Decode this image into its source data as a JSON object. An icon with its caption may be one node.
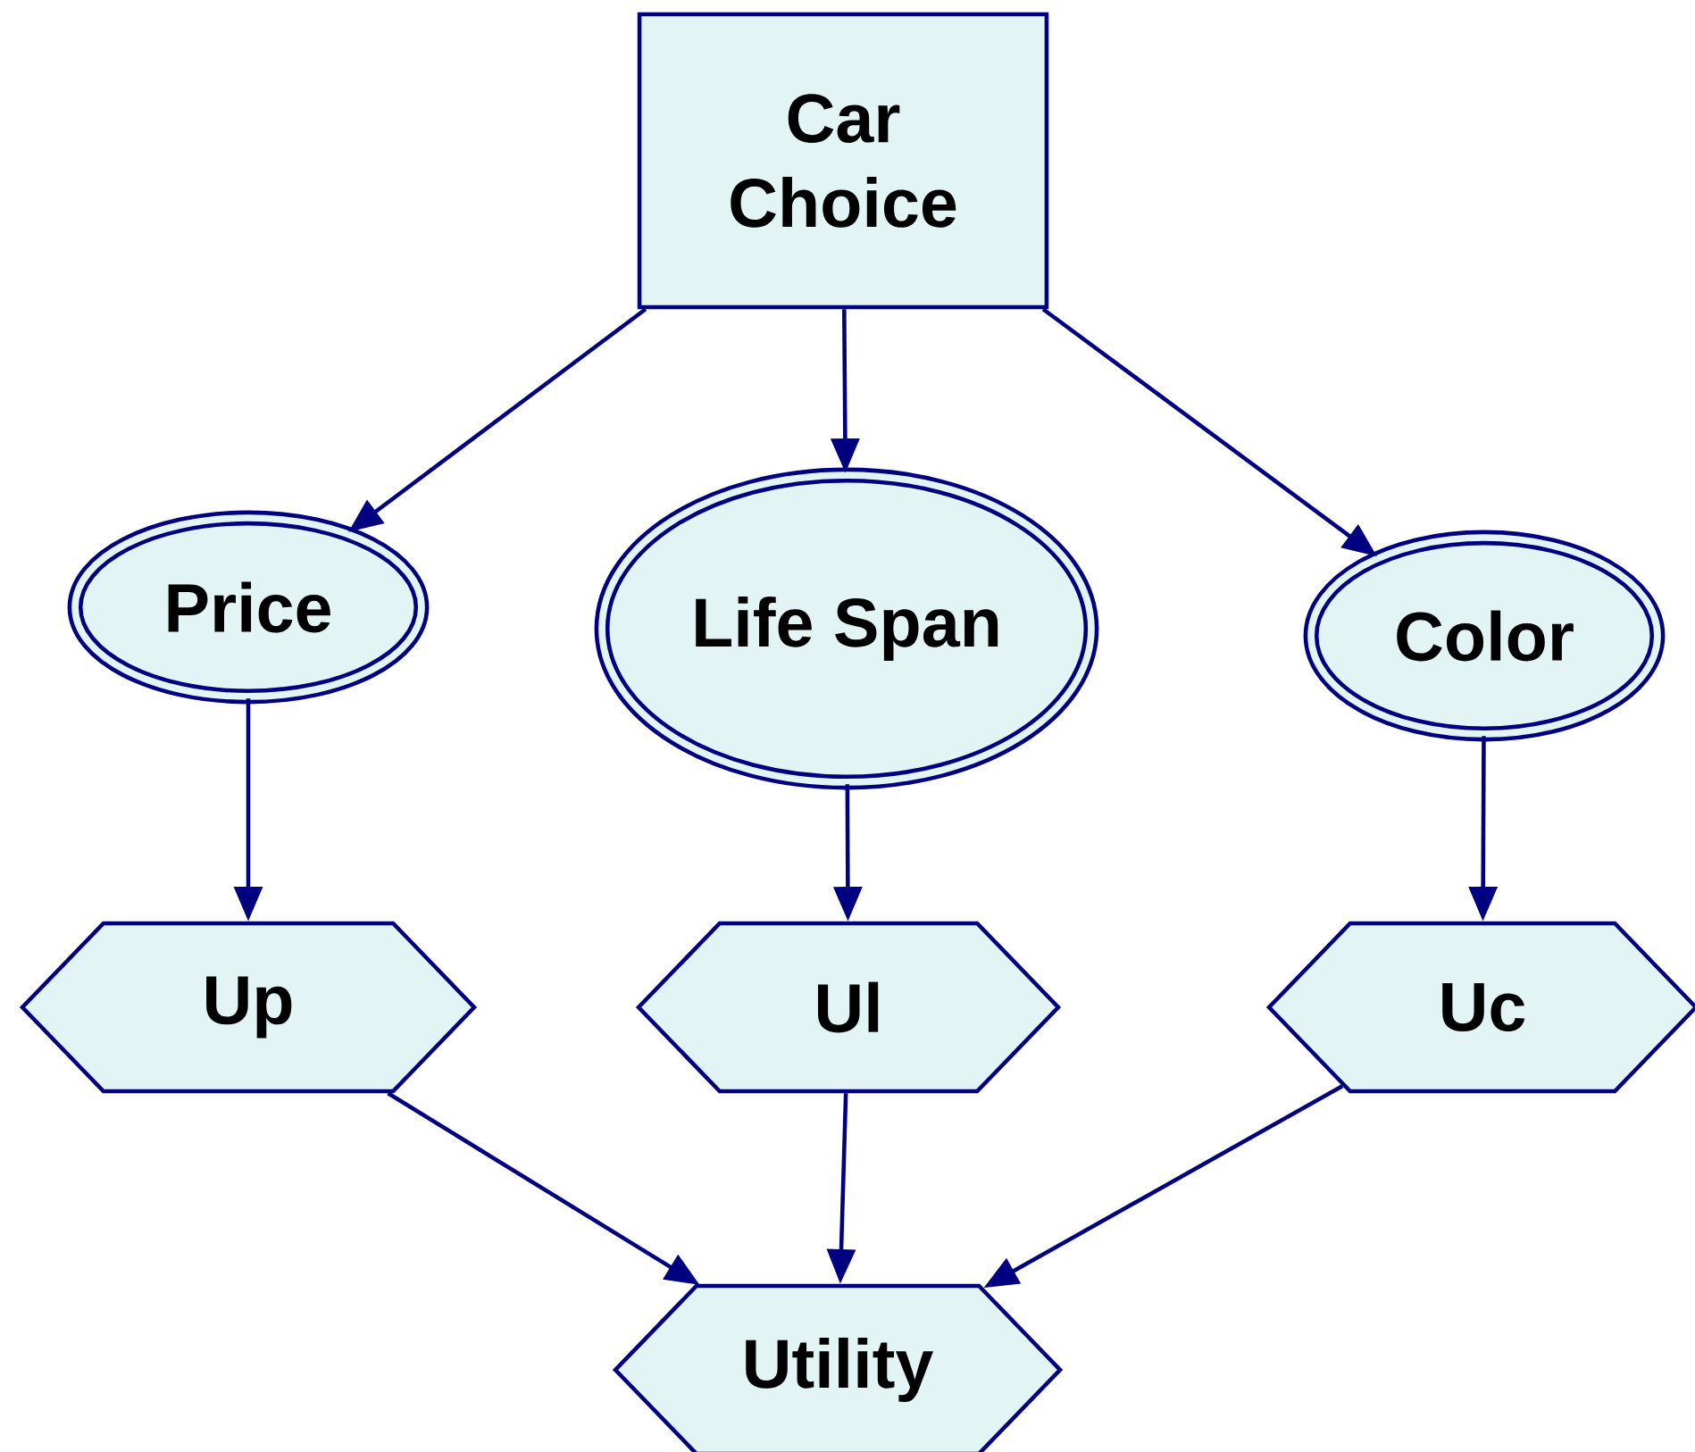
{
  "diagram": {
    "nodes": [
      {
        "text": [
          "Car Choice"
        ]
      },
      {
        "text": [
          "Price"
        ]
      },
      {
        "text": [
          "Life Span"
        ]
      },
      {
        "text": [
          "Color"
        ]
      },
      {
        "text": [
          "Up"
        ]
      },
      {
        "text": [
          "Ul"
        ]
      },
      {
        "text": [
          "Uc"
        ]
      },
      {
        "text": [
          "Utility"
        ]
      }
    ],
    "edges": [
      {
        "from": 0,
        "to": 1,
        "arrow": "to"
      },
      {
        "from": 0,
        "to": 2,
        "arrow": "to"
      },
      {
        "from": 0,
        "to": 3,
        "arrow": "to"
      },
      {
        "from": 1,
        "to": 4,
        "arrow": "to"
      },
      {
        "from": 2,
        "to": 5,
        "arrow": "to"
      },
      {
        "from": 3,
        "to": 6,
        "arrow": "to"
      },
      {
        "from": 4,
        "to": 7,
        "arrow": "to"
      },
      {
        "from": 5,
        "to": 7,
        "arrow": "to"
      },
      {
        "from": 6,
        "to": 7,
        "arrow": "to"
      }
    ]
  }
}
